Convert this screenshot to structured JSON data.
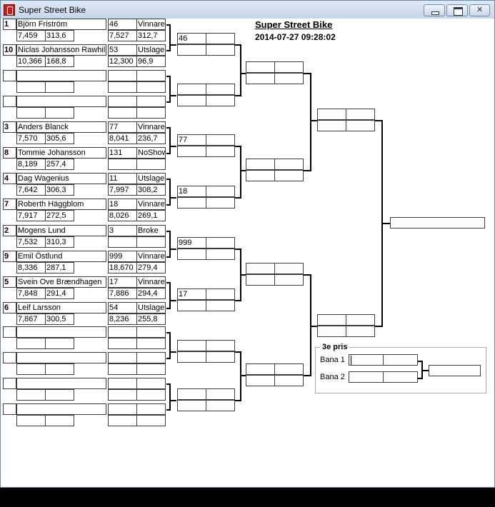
{
  "window": {
    "title": "Super Street Bike"
  },
  "header": {
    "title": "Super Street Bike",
    "datetime": "2014-07-27 09:28:02"
  },
  "entries": [
    {
      "seed": "1",
      "name": "Björn Friström",
      "rt": "7,459",
      "speed": "313,6",
      "opp": "46",
      "result": "Vinnare",
      "rt2": "7,527",
      "speed2": "312,7"
    },
    {
      "seed": "10",
      "name": "Niclas Johansson Rawhill",
      "rt": "10,366",
      "speed": "168,8",
      "opp": "53",
      "result": "Utslagen",
      "rt2": "12,300",
      "speed2": "96,9"
    },
    {
      "seed": "",
      "name": "",
      "rt": "",
      "speed": "",
      "opp": "",
      "result": "",
      "rt2": "",
      "speed2": ""
    },
    {
      "seed": "",
      "name": "",
      "rt": "",
      "speed": "",
      "opp": "",
      "result": "",
      "rt2": "",
      "speed2": ""
    },
    {
      "seed": "3",
      "name": "Anders Blanck",
      "rt": "7,570",
      "speed": "305,6",
      "opp": "77",
      "result": "Vinnare",
      "rt2": "8,041",
      "speed2": "236,7"
    },
    {
      "seed": "8",
      "name": "Tommie Johansson",
      "rt": "8,189",
      "speed": "257,4",
      "opp": "131",
      "result": "NoShow",
      "rt2": "",
      "speed2": ""
    },
    {
      "seed": "4",
      "name": "Dag Wagenius",
      "rt": "7,642",
      "speed": "306,3",
      "opp": "11",
      "result": "Utslagen",
      "rt2": "7,997",
      "speed2": "308,2"
    },
    {
      "seed": "7",
      "name": "Roberth Häggblom",
      "rt": "7,917",
      "speed": "272,5",
      "opp": "18",
      "result": "Vinnare",
      "rt2": "8,026",
      "speed2": "269,1"
    },
    {
      "seed": "2",
      "name": "Mogens Lund",
      "rt": "7,532",
      "speed": "310,3",
      "opp": "3",
      "result": "Broke",
      "rt2": "",
      "speed2": ""
    },
    {
      "seed": "9",
      "name": "Emil Östlund",
      "rt": "8,336",
      "speed": "287,1",
      "opp": "999",
      "result": "Vinnare",
      "rt2": "18,670",
      "speed2": "279,4"
    },
    {
      "seed": "5",
      "name": "Svein Ove Brændhagen",
      "rt": "7,848",
      "speed": "291,4",
      "opp": "17",
      "result": "Vinnare",
      "rt2": "7,886",
      "speed2": "294,4"
    },
    {
      "seed": "6",
      "name": "Leif Larsson",
      "rt": "7,867",
      "speed": "300,5",
      "opp": "54",
      "result": "Utslagen",
      "rt2": "8,236",
      "speed2": "255,8"
    },
    {
      "seed": "",
      "name": "",
      "rt": "",
      "speed": "",
      "opp": "",
      "result": "",
      "rt2": "",
      "speed2": ""
    },
    {
      "seed": "",
      "name": "",
      "rt": "",
      "speed": "",
      "opp": "",
      "result": "",
      "rt2": "",
      "speed2": ""
    },
    {
      "seed": "",
      "name": "",
      "rt": "",
      "speed": "",
      "opp": "",
      "result": "",
      "rt2": "",
      "speed2": ""
    },
    {
      "seed": "",
      "name": "",
      "rt": "",
      "speed": "",
      "opp": "",
      "result": "",
      "rt2": "",
      "speed2": ""
    }
  ],
  "round2": [
    "46",
    "",
    "77",
    "18",
    "999",
    "17",
    "",
    ""
  ],
  "third_place": {
    "legend": "3e pris",
    "lane1": "Bana 1",
    "lane2": "Bana 2"
  },
  "colors": {
    "title_bar": "#c6d6ea",
    "line": "#000000",
    "field_border": "#3c3c3c",
    "close_button": "#c9d7e8"
  }
}
